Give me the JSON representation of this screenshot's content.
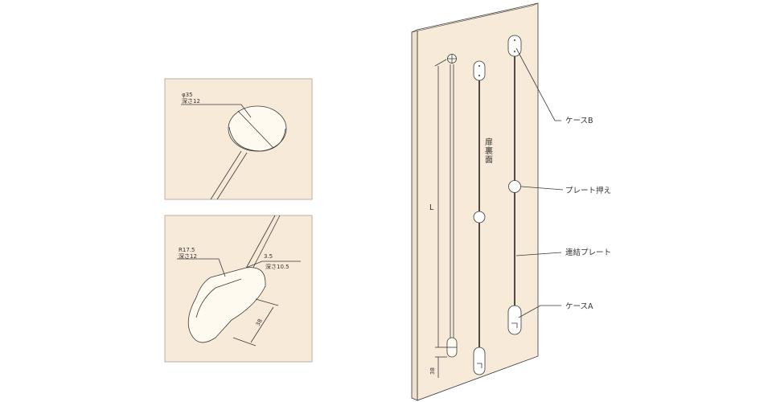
{
  "top_detail": {
    "dia_label": "φ35",
    "depth_label": "深さ12"
  },
  "bottom_detail": {
    "radius_label": "R17.5",
    "radius_depth_label": "深さ12",
    "slot_width_label": "3.5",
    "slot_depth_label": "深さ10.5",
    "length_label": "38"
  },
  "door": {
    "back_face_label": "扉裏面",
    "length_label": "L",
    "offset_label": "38"
  },
  "callouts": {
    "case_b": "ケースB",
    "plate_holder": "プレート押え",
    "connecting_plate": "連結プレート",
    "case_a": "ケースA"
  },
  "colors": {
    "wood": "#f7ead8",
    "outline": "#3a3a3a",
    "panel_border": "#b9b0a3"
  }
}
